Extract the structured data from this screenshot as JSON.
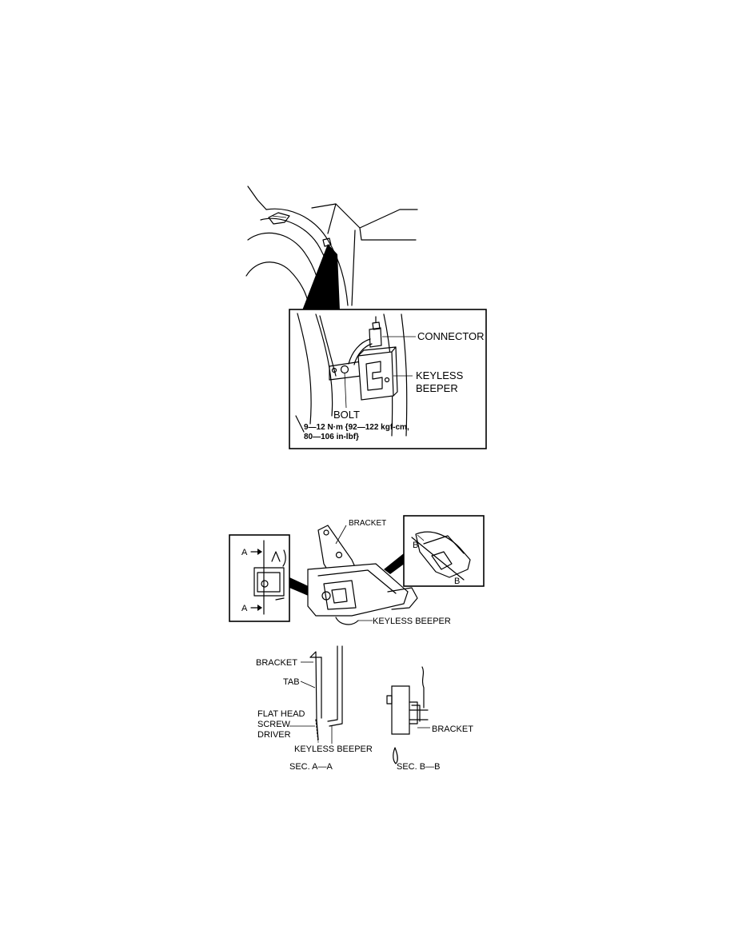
{
  "figure1": {
    "labels": {
      "connector": "CONNECTOR",
      "keyless_line1": "KEYLESS",
      "keyless_line2": "BEEPER",
      "bolt": "BOLT",
      "torque_line1": "9—12 N·m {92—122 kgf-cm,",
      "torque_line2": "80—106 in-lbf}"
    }
  },
  "figure2": {
    "labels": {
      "bracket_top": "BRACKET",
      "section_a_top": "A",
      "section_a_bottom": "A",
      "section_b_top": "B",
      "section_b_bottom": "B",
      "keyless_beeper": "KEYLESS BEEPER",
      "sec_a_bracket": "BRACKET",
      "sec_a_tab": "TAB",
      "sec_a_tool1": "FLAT HEAD",
      "sec_a_tool2": "SCREW",
      "sec_a_tool3": "DRIVER",
      "sec_a_keyless": "KEYLESS BEEPER",
      "sec_a_title": "SEC. A—A",
      "sec_b_bracket": "BRACKET",
      "sec_b_title": "SEC. B—B"
    }
  }
}
